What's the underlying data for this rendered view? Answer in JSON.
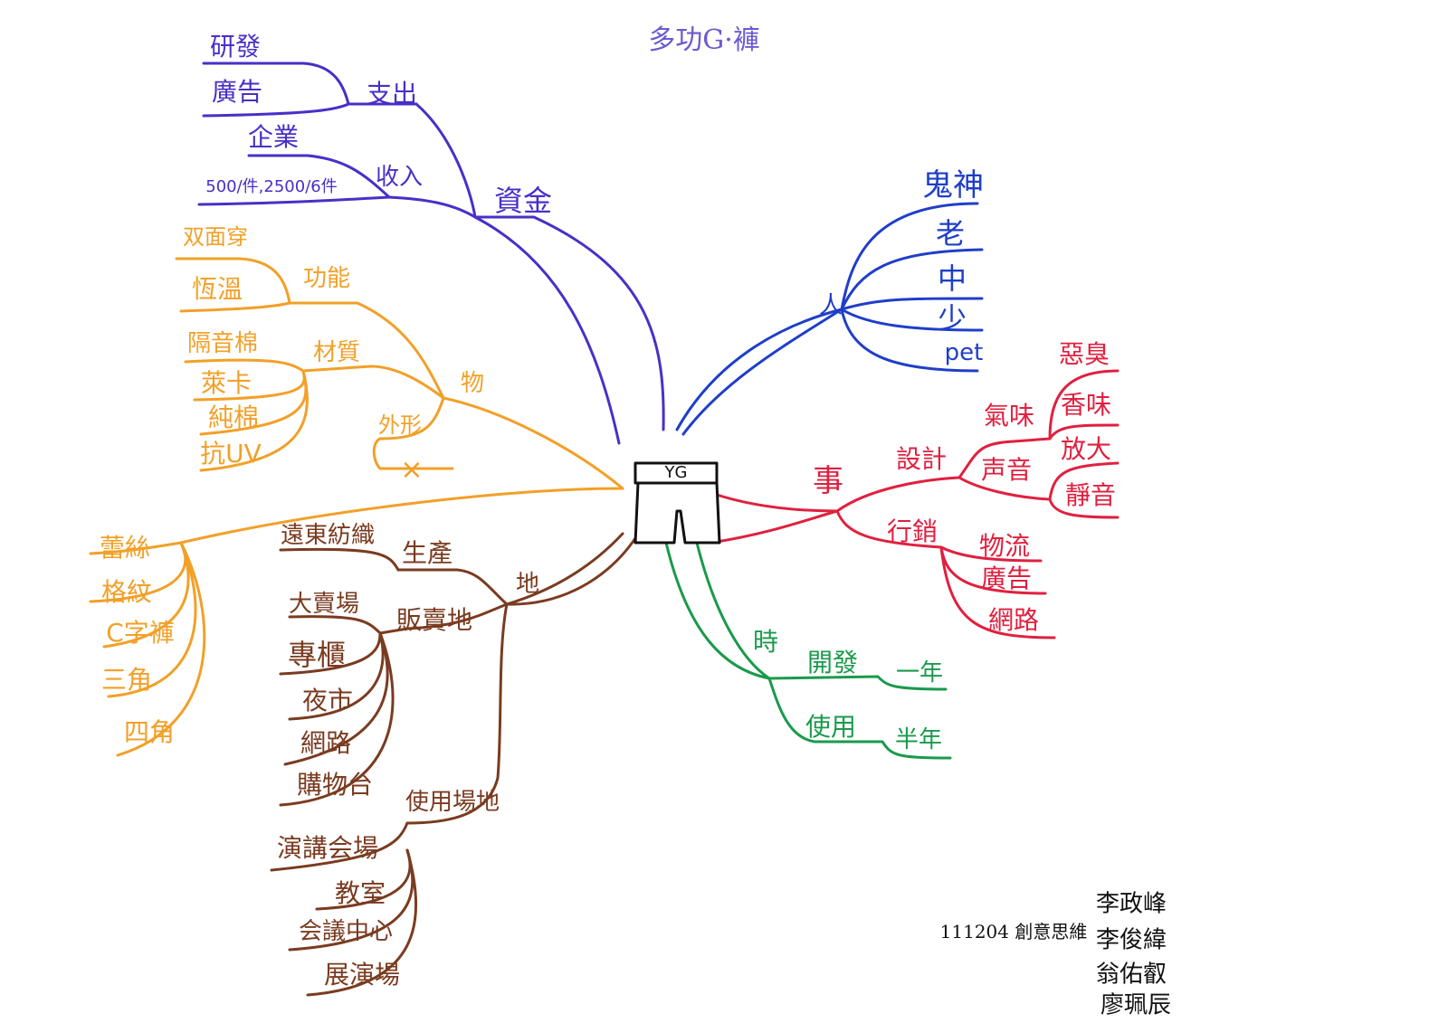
{
  "title": "多功G·褲",
  "center": {
    "waistband_text": "YG"
  },
  "branches": {
    "funds": {
      "label": "資金",
      "expense": {
        "label": "支出",
        "items": [
          "研發",
          "廣告"
        ]
      },
      "income": {
        "label": "收入",
        "items": [
          "企業",
          "500/件,2500/6件"
        ]
      }
    },
    "thing": {
      "label": "物",
      "function": {
        "label": "功能",
        "items": [
          "双面穿",
          "恆溫"
        ]
      },
      "material": {
        "label": "材質",
        "items": [
          "隔音棉",
          "萊卡",
          "純棉",
          "抗UV"
        ]
      },
      "shape": {
        "label": "外形",
        "mark": "×",
        "items": [
          "蕾絲",
          "格紋",
          "C字褲",
          "三角",
          "四角"
        ]
      }
    },
    "place": {
      "label": "地",
      "production": {
        "label": "生產",
        "items": [
          "遠東紡織"
        ]
      },
      "sales": {
        "label": "販賣地",
        "items": [
          "大賣場",
          "專櫃",
          "夜市",
          "網路",
          "購物台"
        ]
      },
      "usage": {
        "label": "使用場地",
        "items": [
          "演講会場",
          "教室",
          "会議中心",
          "展演場"
        ]
      }
    },
    "people": {
      "label": "人",
      "items": [
        "鬼神",
        "老",
        "中",
        "少",
        "pet"
      ]
    },
    "event": {
      "label": "事",
      "design": {
        "label": "設計",
        "smell": {
          "label": "氣味",
          "items": [
            "惡臭",
            "香味"
          ]
        },
        "sound": {
          "label": "声音",
          "items": [
            "放大",
            "靜音"
          ]
        }
      },
      "marketing": {
        "label": "行銷",
        "items": [
          "物流",
          "廣告",
          "網路"
        ]
      }
    },
    "time": {
      "label": "時",
      "development": {
        "label": "開發",
        "value": "一年"
      },
      "usage": {
        "label": "使用",
        "value": "半年"
      }
    }
  },
  "footer": {
    "date_label": "111204 創意思維",
    "authors": [
      "李政峰",
      "李俊緯",
      "翁佑叡",
      "廖珮辰"
    ]
  },
  "colors": {
    "funds": "#4a2fc7",
    "thing": "#f2a028",
    "place": "#7a3b20",
    "people": "#1f3ec9",
    "event": "#e0203f",
    "time": "#1a9a4c",
    "ink": "#111111"
  }
}
